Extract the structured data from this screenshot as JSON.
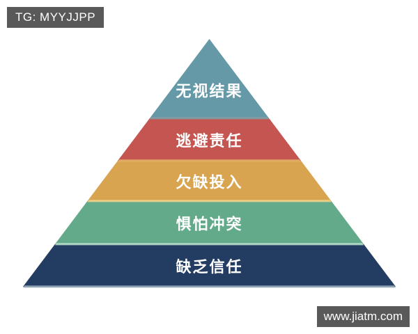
{
  "header": {
    "badge_text": "TG: MYYJJPP"
  },
  "watermark": {
    "url_text": "www.jiatm.com"
  },
  "colors": {
    "badge_bg": "#595959",
    "badge_text": "#ffffff",
    "page_bg": "#ffffff",
    "label_text": "#ffffff"
  },
  "pyramid": {
    "levels": [
      {
        "label": "无视结果",
        "color": "#6599a8",
        "edge_color": "#879aa3"
      },
      {
        "label": "逃避责任",
        "color": "#c45550",
        "edge_color": "#e2b068"
      },
      {
        "label": "欠缺投入",
        "color": "#d9a44f",
        "edge_color": "#ecd28a"
      },
      {
        "label": "惧怕冲突",
        "color": "#63aa8a",
        "edge_color": "#b7dcc9"
      },
      {
        "label": "缺乏信任",
        "color": "#233c62",
        "edge_color": "#90a3b6"
      }
    ]
  }
}
